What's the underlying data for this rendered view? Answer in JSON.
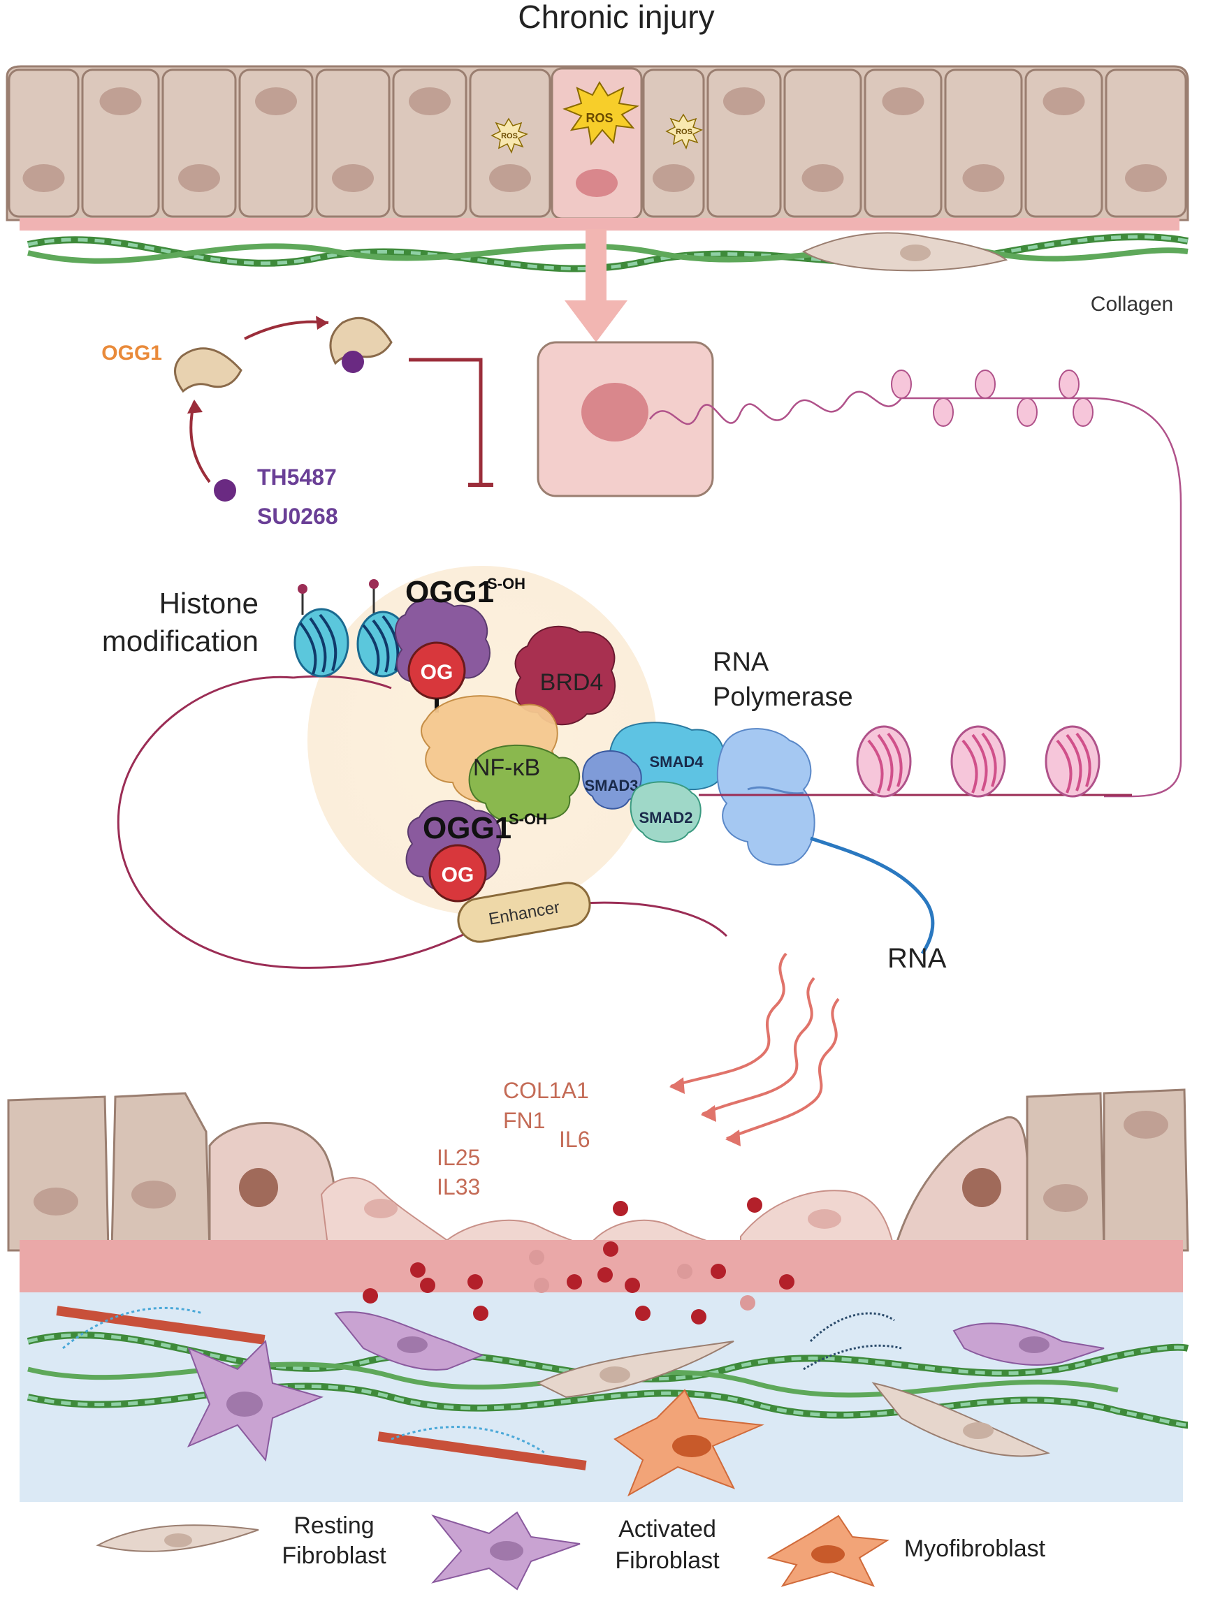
{
  "title": "Chronic injury",
  "labels": {
    "collagen": "Collagen",
    "ogg1": "OGG1",
    "inhibitor1": "TH5487",
    "inhibitor2": "SU0268",
    "histone_line1": "Histone",
    "histone_line2": "modification",
    "ogg1_top": "OGG1",
    "ogg1_top_sup": "S-OH",
    "ogg1_bottom": "OGG1",
    "ogg1_bottom_sup": "S-OH",
    "og": "OG",
    "brd4": "BRD4",
    "nfkb": "NF-κB",
    "smad4": "SMAD4",
    "smad3": "SMAD3",
    "smad2": "SMAD2",
    "rnap_line1": "RNA",
    "rnap_line2": "Polymerase",
    "enhancer": "Enhancer",
    "rna": "RNA",
    "ros": "ROS"
  },
  "genes": [
    "COL1A1",
    "FN1",
    "IL6",
    "IL25",
    "IL33"
  ],
  "legend": [
    {
      "line1": "Resting",
      "line2": "Fibroblast",
      "color": "#e6d6cc"
    },
    {
      "line1": "Activated",
      "line2": "Fibroblast",
      "color": "#c9a3d2"
    },
    {
      "line1": "Myofibroblast",
      "line2": "",
      "color": "#f2a478"
    }
  ],
  "colors": {
    "epithelium": "#dcc7bb",
    "basement": "#e9a8a8",
    "interstitium": "#dbe9f5",
    "collagen_dark": "#3e8a3a",
    "collagen_light": "#8fd0a5",
    "inhibition": "#9b2d3a",
    "ogg1_protein": "#e8d2b0",
    "og_red": "#d8373c",
    "purple_drug": "#6a2a82"
  }
}
